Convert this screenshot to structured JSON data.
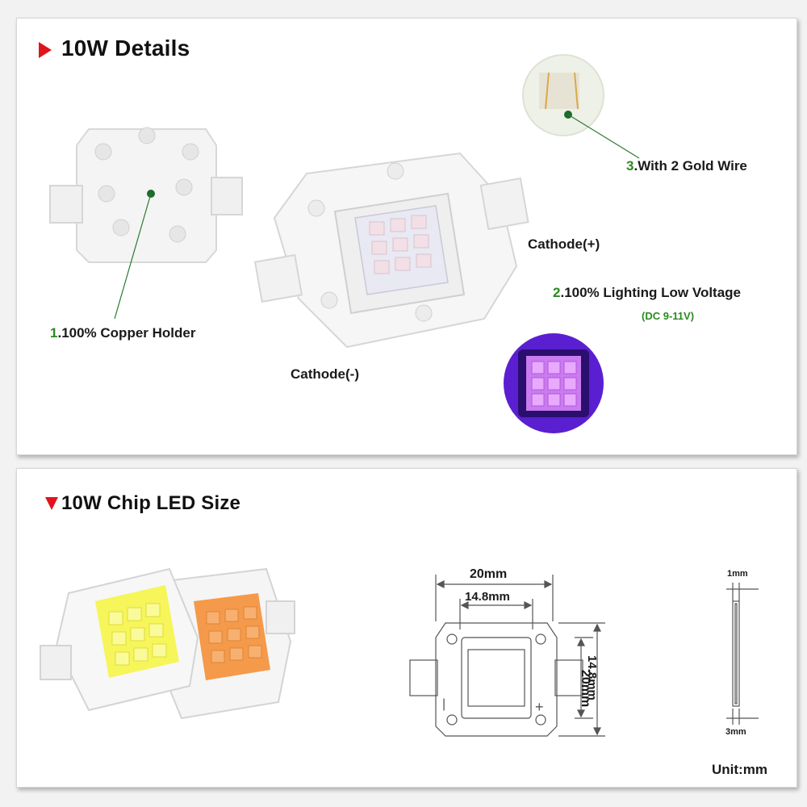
{
  "top": {
    "title": "10W Details",
    "copper_num": "1",
    "copper_text": ".100% Copper Holder",
    "gold_num": "3",
    "gold_text": ".With 2 Gold Wire",
    "cathode_plus": "Cathode(+)",
    "cathode_minus": "Cathode(-)",
    "voltage_num": "2",
    "voltage_text": ".100% Lighting Low Voltage",
    "voltage_note": "(DC 9-11V)"
  },
  "bottom": {
    "title": "10W Chip LED Size",
    "dim_width": "20mm",
    "dim_inner_width": "14.8mm",
    "dim_height": "20mm",
    "dim_inner_height": "14.8mm",
    "dim_thickness_top": "1mm",
    "dim_thickness_bottom": "3mm",
    "plus_mark": "+",
    "minus_mark": "|",
    "unit": "Unit:mm"
  },
  "colors": {
    "accent_red": "#e0141b",
    "number_green": "#2a8a1f",
    "uv_purple": "#5a1fd0",
    "chip_yellow": "#f6f55a",
    "chip_orange": "#f49a4a"
  }
}
